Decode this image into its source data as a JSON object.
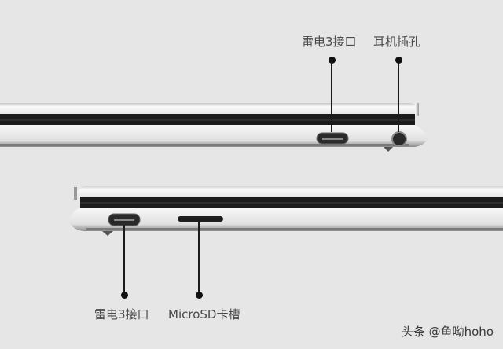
{
  "annotations": {
    "top": [
      {
        "id": "thunderbolt3-right",
        "label": "雷电3接口"
      },
      {
        "id": "headphone-jack",
        "label": "耳机插孔"
      }
    ],
    "bottom": [
      {
        "id": "thunderbolt3-left",
        "label": "雷电3接口"
      },
      {
        "id": "microsd-slot",
        "label": "MicroSD卡槽"
      }
    ]
  },
  "watermark": "头条 @鱼呦hoho",
  "colors": {
    "background": "#e6e6e6",
    "chassis_silver": "#f2f2f2",
    "hinge_black": "#1c1c1c",
    "leader": "#1a1a1a"
  }
}
